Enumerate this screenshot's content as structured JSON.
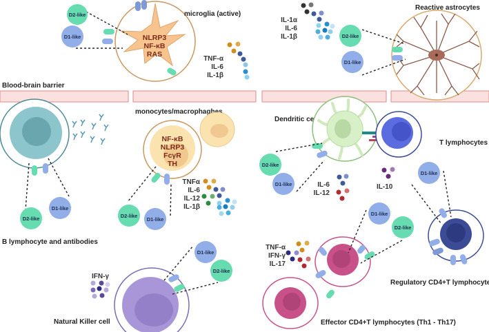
{
  "colors": {
    "d1": "#91aee9",
    "d2": "#67dcb0",
    "bbb_fill": "#fbe0e0",
    "bbb_line": "#e28a8a",
    "microglia": "#f7c48f",
    "microglia_ring": "#c9985f",
    "astro_ring": "#d9a96a",
    "astro_branch": "#8a5a4a",
    "b_cell": "#8cc6cc",
    "mono": "#fbe3b0",
    "dendritic": "#d8f0c8",
    "dendritic_ring": "#8cbf7a",
    "t_cell": "#5b6be0",
    "treg": "#3c4b96",
    "effector": "#c9518a",
    "nk": "#a896d8"
  },
  "labels": {
    "microglia": "microglia (active)",
    "astrocytes": "Reactive astrocytes",
    "bbb": "Blood-brain barrier",
    "monocytes": "monocytes/macrophaghes",
    "dendritic": "Dendritic cell",
    "t_lymphocytes": "T lymphocytes",
    "b_lymphocyte": "B lymphocyte and antibodies",
    "nk": "Natural Killer cell",
    "treg": "Regulatory CD4+T  lymphocyte",
    "effector": "Effector CD4+T  lymphocytes (Th1 - Th17)"
  },
  "receptors": {
    "d1": "D1-like",
    "d2": "D2-like"
  },
  "markers": {
    "microglia": [
      "NLRP3",
      "NF-κB",
      "RAS"
    ],
    "monocytes": [
      "NF-κB",
      "NLRP3",
      "FcγR",
      "TH"
    ]
  },
  "cytokines": {
    "microglia": [
      "TNF-α",
      "IL-6",
      "IL-1β"
    ],
    "astrocytes": [
      "IL-1α",
      "IL-6",
      "IL-1β"
    ],
    "monocytes": [
      "TNFα",
      "IL-6",
      "IL-12",
      "IL-1β"
    ],
    "dendritic_left": [
      "IL-6",
      "IL-12"
    ],
    "dendritic_right": [
      "IL-10"
    ],
    "nk": [
      "IFN-γ"
    ],
    "effector": [
      "TNF-α",
      "IFN-γ",
      "IL-17"
    ]
  }
}
